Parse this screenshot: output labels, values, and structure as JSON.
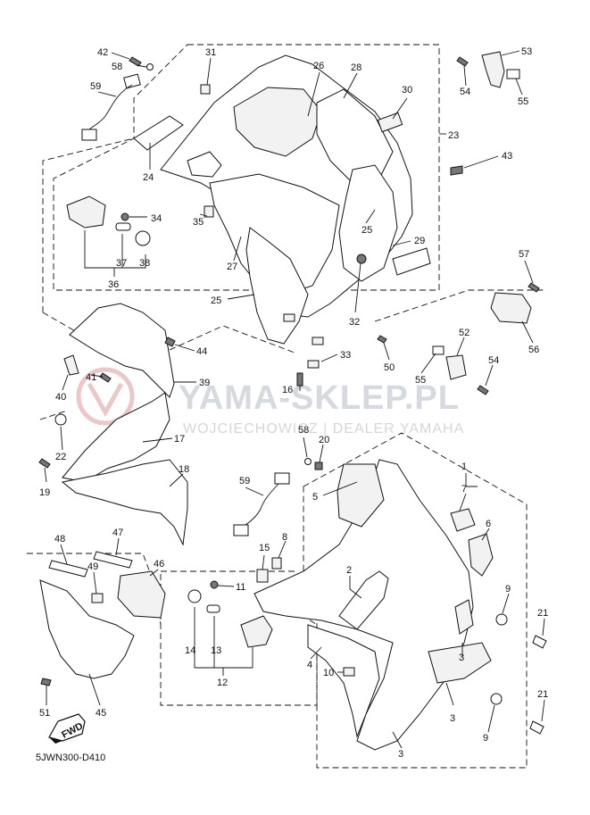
{
  "watermark": {
    "title": "YAMA-SKLEP.PL",
    "subtitle": "WOJCIECHOWICZ | DEALER YAMAHA"
  },
  "diagram_code": "5JWN300-D410",
  "fwd_label": "FWD",
  "callouts": {
    "c1": "1",
    "c2": "2",
    "c3a": "3",
    "c3b": "3",
    "c3c": "3",
    "c4": "4",
    "c5": "5",
    "c6": "6",
    "c7": "7",
    "c8": "8",
    "c9a": "9",
    "c9b": "9",
    "c10": "10",
    "c11": "11",
    "c12": "12",
    "c13": "13",
    "c14": "14",
    "c15": "15",
    "c16": "16",
    "c17": "17",
    "c18": "18",
    "c19": "19",
    "c20": "20",
    "c21a": "21",
    "c21b": "21",
    "c22": "22",
    "c23": "23",
    "c24": "24",
    "c25a": "25",
    "c25b": "25",
    "c26": "26",
    "c27": "27",
    "c28": "28",
    "c29": "29",
    "c30": "30",
    "c31": "31",
    "c32": "32",
    "c33": "33",
    "c34": "34",
    "c35": "35",
    "c36": "36",
    "c37": "37",
    "c38": "38",
    "c39": "39",
    "c40": "40",
    "c41": "41",
    "c42": "42",
    "c43": "43",
    "c44": "44",
    "c45": "45",
    "c46": "46",
    "c47": "47",
    "c48": "48",
    "c49": "49",
    "c50": "50",
    "c51": "51",
    "c52": "52",
    "c53": "53",
    "c54a": "54",
    "c54b": "54",
    "c55a": "55",
    "c55b": "55",
    "c56": "56",
    "c57": "57",
    "c58a": "58",
    "c58b": "58",
    "c59a": "59",
    "c59b": "59"
  }
}
